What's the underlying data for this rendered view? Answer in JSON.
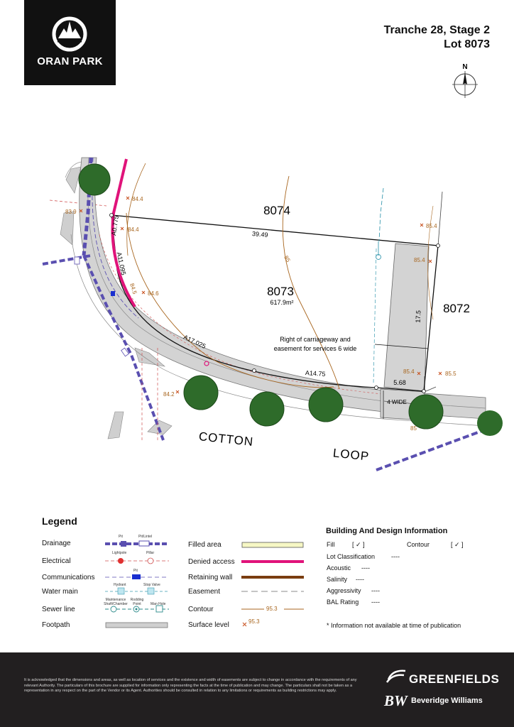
{
  "brand": {
    "name": "ORAN PARK"
  },
  "header": {
    "line1": "Tranche 28, Stage 2",
    "line2": "Lot 8073"
  },
  "compass": {
    "north_label": "N"
  },
  "plan": {
    "lots": {
      "lot_north": "8074",
      "lot_main": "8073",
      "lot_main_area": "617.9m²",
      "lot_east": "8072"
    },
    "dimensions": {
      "top_boundary": "39.49",
      "east_boundary": "17.5",
      "frontage_arc": "A17.025",
      "frontage_straight": "A14.75",
      "west_arc_1": "A0.775",
      "west_arc_2": "A11.095",
      "corner_splay": "5.68",
      "easement_width": "4 WIDE"
    },
    "easement_note": {
      "line1": "Right of carriageway and",
      "line2": "easement for services 6 wide"
    },
    "levels": [
      "84.4",
      "84.4",
      "83.9",
      "84.6",
      "84.2",
      "85.4",
      "85.4",
      "85.4",
      "85.5",
      "84.5",
      "85",
      "85"
    ],
    "streets": {
      "street_1": "COTTON",
      "street_2": "LOOP"
    }
  },
  "legend": {
    "title": "Legend",
    "left": [
      {
        "label": "Drainage",
        "sub": [
          "Pit",
          "Pit/Lintel"
        ]
      },
      {
        "label": "Electrical",
        "sub": [
          "Lightpole",
          "Pillar"
        ]
      },
      {
        "label": "Communications",
        "sub": [
          "Pit"
        ]
      },
      {
        "label": "Water main",
        "sub": [
          "Hydrant",
          "Stop Valve"
        ]
      },
      {
        "label": "Sewer line",
        "sub": [
          "Maintenance Shaft/Chamber",
          "Rodding Point",
          "Man Hole"
        ]
      },
      {
        "label": "Footpath",
        "sub": []
      }
    ],
    "right": [
      {
        "label": "Filled area"
      },
      {
        "label": "Denied access"
      },
      {
        "label": "Retaining wall"
      },
      {
        "label": "Easement"
      },
      {
        "label": "Contour",
        "value": "95.3"
      },
      {
        "label": "Surface level",
        "value": "95.3"
      }
    ]
  },
  "building_info": {
    "title": "Building And Design Information",
    "fill_label": "Fill",
    "fill_value": "[ ✓ ]",
    "contour_label": "Contour",
    "contour_value": "[ ✓ ]",
    "rows": [
      {
        "label": "Lot Classification",
        "value": "----"
      },
      {
        "label": "Acoustic",
        "value": "----"
      },
      {
        "label": "Salinity",
        "value": "----"
      },
      {
        "label": "Aggressivity",
        "value": "----"
      },
      {
        "label": "BAL Rating",
        "value": "----"
      }
    ],
    "note": "* Information not available at time of publication"
  },
  "footer": {
    "disclaimer": "It is acknowledged that the dimensions and areas, as well as location of services and the existence and width of easements are subject to change in accordance with the requirements of any relevant Authority. The particulars of this brochure are supplied for information only representing the facts at the time of publication and may change. The particulars shall not be taken as a representation in any respect on the part of the Vendor or its Agent. Authorities should be consulted in relation to any limitations or requirements as building restrictions may apply.",
    "greenfields": "GREENFIELDS",
    "bw_mark": "BW",
    "beveridge": "Beveridge Williams"
  },
  "colors": {
    "drainage": "#5a4fb0",
    "denied_access": "#e0137a",
    "retaining_wall": "#7a3d10",
    "contour": "#a8661f",
    "road": "#d3d3d3",
    "tree": "#2e6b2a",
    "footer_bg": "#221f20",
    "level_marker": "#c8501e"
  }
}
